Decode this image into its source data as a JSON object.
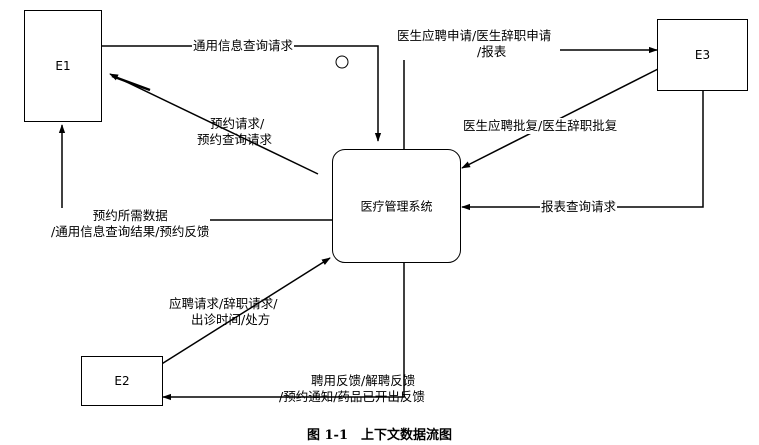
{
  "entities": {
    "e1": "E1",
    "e2": "E2",
    "e3": "E3"
  },
  "process": {
    "name": "医疗管理系统"
  },
  "flows": {
    "general_query_request": "通用信息查询请求",
    "appointment_request": [
      "预约请求/",
      "预约查询请求"
    ],
    "appointment_data": [
      "预约所需数据",
      "/通用信息查询结果/预约反馈"
    ],
    "doctor_application": [
      "医生应聘申请/医生辞职申请",
      "/报表"
    ],
    "doctor_reply": "医生应聘批复/医生辞职批复",
    "report_query_request": "报表查询请求",
    "hire_request": [
      "应聘请求/辞职请求/",
      "出诊时间/处方"
    ],
    "hire_feedback": [
      "聘用反馈/解聘反馈",
      "/预约通知/药品已开出反馈"
    ]
  },
  "caption": "图 1-1　上下文数据流图"
}
